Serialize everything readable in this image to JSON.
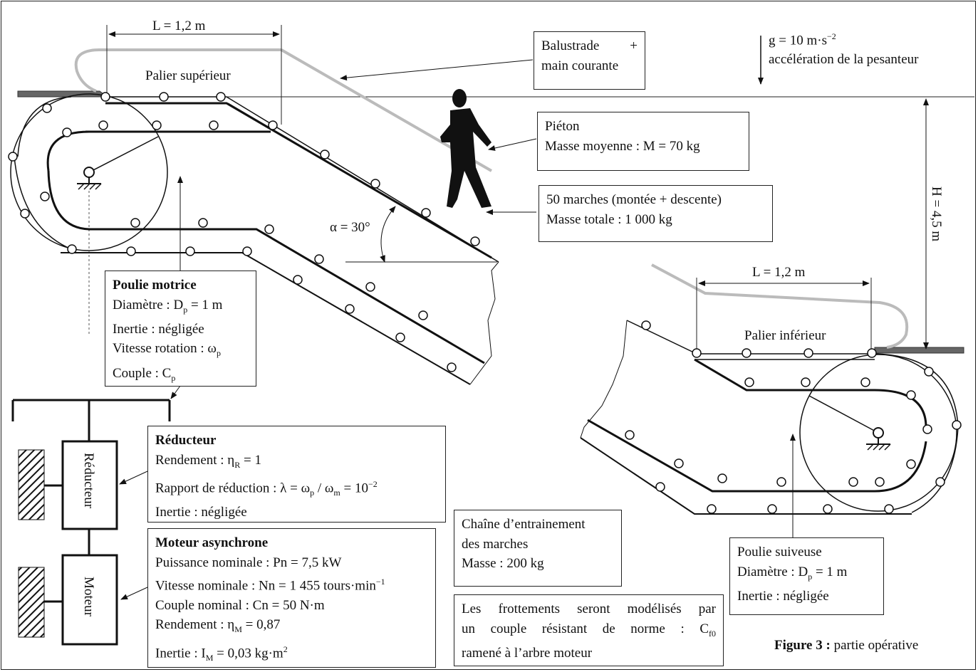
{
  "labels": {
    "L_top": "L = 1,2 m",
    "L_bottom": "L = 1,2 m",
    "palier_sup": "Palier supérieur",
    "palier_inf": "Palier inférieur",
    "alpha": "α = 30°",
    "H": "H = 4,5 m",
    "gravity_line1": "g = 10 m·s",
    "gravity_exp": "−2",
    "gravity_line2": "accélération de la pesanteur"
  },
  "balustrade": {
    "line1": "Balustrade",
    "plus": "+",
    "line2": "main courante"
  },
  "pieton": {
    "title": "Piéton",
    "masse": "Masse moyenne : M = 70 kg"
  },
  "marches": {
    "title": "50 marches (montée + descente)",
    "masse": "Masse totale : 1 000 kg"
  },
  "poulie_motrice": {
    "title": "Poulie motrice",
    "diam_a": "Diamètre : D",
    "diam_sub": "p",
    "diam_b": " = 1 m",
    "inertie": "Inertie : négligée",
    "vit_a": "Vitesse rotation : ω",
    "vit_sub": "p",
    "couple_a": "Couple : C",
    "couple_sub": "p"
  },
  "reducteur": {
    "title": "Réducteur",
    "rend_a": "Rendement : η",
    "rend_sub": "R",
    "rend_b": " = 1",
    "rapport_a": "Rapport de réduction : λ = ω",
    "rapport_sub1": "p",
    "rapport_b": " / ω",
    "rapport_sub2": "m",
    "rapport_c": " = 10",
    "rapport_exp": "−2",
    "inertie": "Inertie : négligée"
  },
  "moteur": {
    "title": "Moteur asynchrone",
    "puissance": "Puissance nominale : Pn = 7,5 kW",
    "vitesse_a": "Vitesse nominale : Nn = 1 455 tours·min",
    "vitesse_exp": "−1",
    "couple": "Couple nominal : Cn = 50 N·m",
    "rend_a": "Rendement : η",
    "rend_sub": "M",
    "rend_b": " = 0,87",
    "inertie_a": "Inertie : I",
    "inertie_sub": "M",
    "inertie_b": " = 0,03 kg·m",
    "inertie_exp": "2"
  },
  "chaine": {
    "line1": "Chaîne d’entrainement",
    "line2": "des marches",
    "line3": "Masse : 200 kg"
  },
  "frottements": {
    "line1": "Les frottements seront modélisés par",
    "line2_a": "un couple résistant de norme : C",
    "line2_sub": "f0",
    "line3": "ramené à l’arbre moteur"
  },
  "poulie_suiveuse": {
    "title": "Poulie suiveuse",
    "diam_a": "Diamètre : D",
    "diam_sub": "p",
    "diam_b": " = 1 m",
    "inertie": "Inertie : négligée"
  },
  "blocks": {
    "reducteur": "Réducteur",
    "moteur": "Moteur"
  },
  "caption": {
    "bold": "Figure 3 :",
    "text": " partie opérative"
  }
}
